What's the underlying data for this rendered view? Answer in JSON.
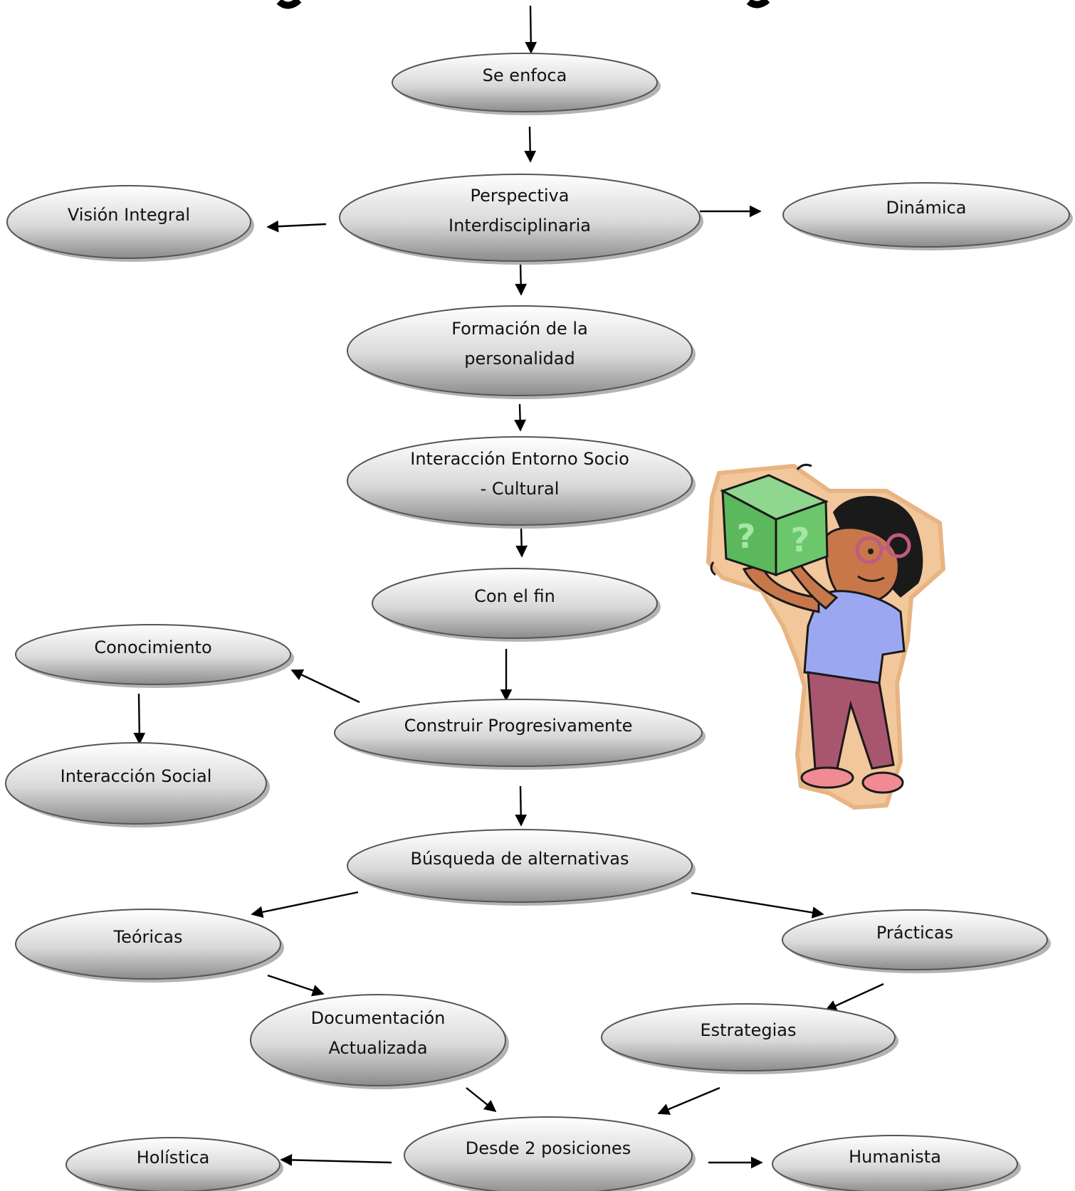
{
  "nodes": [
    {
      "id": "se-enfoca",
      "lines": [
        "Se enfoca"
      ]
    },
    {
      "id": "perspectiva",
      "lines": [
        "Perspectiva",
        "Interdisciplinaria"
      ]
    },
    {
      "id": "vision-integral",
      "lines": [
        "Visión Integral"
      ]
    },
    {
      "id": "dinamica",
      "lines": [
        "Dinámica"
      ]
    },
    {
      "id": "formacion",
      "lines": [
        "Formación de la",
        "personalidad"
      ]
    },
    {
      "id": "interaccion-entorno",
      "lines": [
        "Interacción Entorno Socio",
        "- Cultural"
      ]
    },
    {
      "id": "con-el-fin",
      "lines": [
        "Con el fin"
      ]
    },
    {
      "id": "conocimiento",
      "lines": [
        "Conocimiento"
      ]
    },
    {
      "id": "construir",
      "lines": [
        "Construir Progresivamente"
      ]
    },
    {
      "id": "interaccion-social",
      "lines": [
        "Interacción Social"
      ]
    },
    {
      "id": "busqueda",
      "lines": [
        "Búsqueda de alternativas"
      ]
    },
    {
      "id": "teoricas",
      "lines": [
        "Teóricas"
      ]
    },
    {
      "id": "practicas",
      "lines": [
        "Prácticas"
      ]
    },
    {
      "id": "documentacion",
      "lines": [
        "Documentación",
        "Actualizada"
      ]
    },
    {
      "id": "estrategias",
      "lines": [
        "Estrategias"
      ]
    },
    {
      "id": "desde-2",
      "lines": [
        "Desde 2 posiciones"
      ]
    },
    {
      "id": "holistica",
      "lines": [
        "Holística"
      ]
    },
    {
      "id": "humanista",
      "lines": [
        "Humanista"
      ]
    }
  ],
  "edges": [
    {
      "from": "top",
      "to": "se-enfoca"
    },
    {
      "from": "se-enfoca",
      "to": "perspectiva"
    },
    {
      "from": "perspectiva",
      "to": "vision-integral"
    },
    {
      "from": "perspectiva",
      "to": "dinamica"
    },
    {
      "from": "perspectiva",
      "to": "formacion"
    },
    {
      "from": "formacion",
      "to": "interaccion-entorno"
    },
    {
      "from": "interaccion-entorno",
      "to": "con-el-fin"
    },
    {
      "from": "con-el-fin",
      "to": "construir"
    },
    {
      "from": "construir",
      "to": "conocimiento"
    },
    {
      "from": "conocimiento",
      "to": "interaccion-social"
    },
    {
      "from": "construir",
      "to": "busqueda"
    },
    {
      "from": "busqueda",
      "to": "teoricas"
    },
    {
      "from": "busqueda",
      "to": "practicas"
    },
    {
      "from": "teoricas",
      "to": "documentacion"
    },
    {
      "from": "practicas",
      "to": "estrategias"
    },
    {
      "from": "documentacion",
      "to": "desde-2"
    },
    {
      "from": "estrategias",
      "to": "desde-2"
    },
    {
      "from": "desde-2",
      "to": "holistica"
    },
    {
      "from": "desde-2",
      "to": "humanista"
    }
  ],
  "illustration": {
    "name": "girl-carrying-question-box-clipart",
    "box_glyph": "?"
  },
  "colors": {
    "node_light": "#ffffff",
    "node_dark": "#8c8c8c",
    "stroke": "#555555",
    "shadow": "#b3b3b3"
  }
}
